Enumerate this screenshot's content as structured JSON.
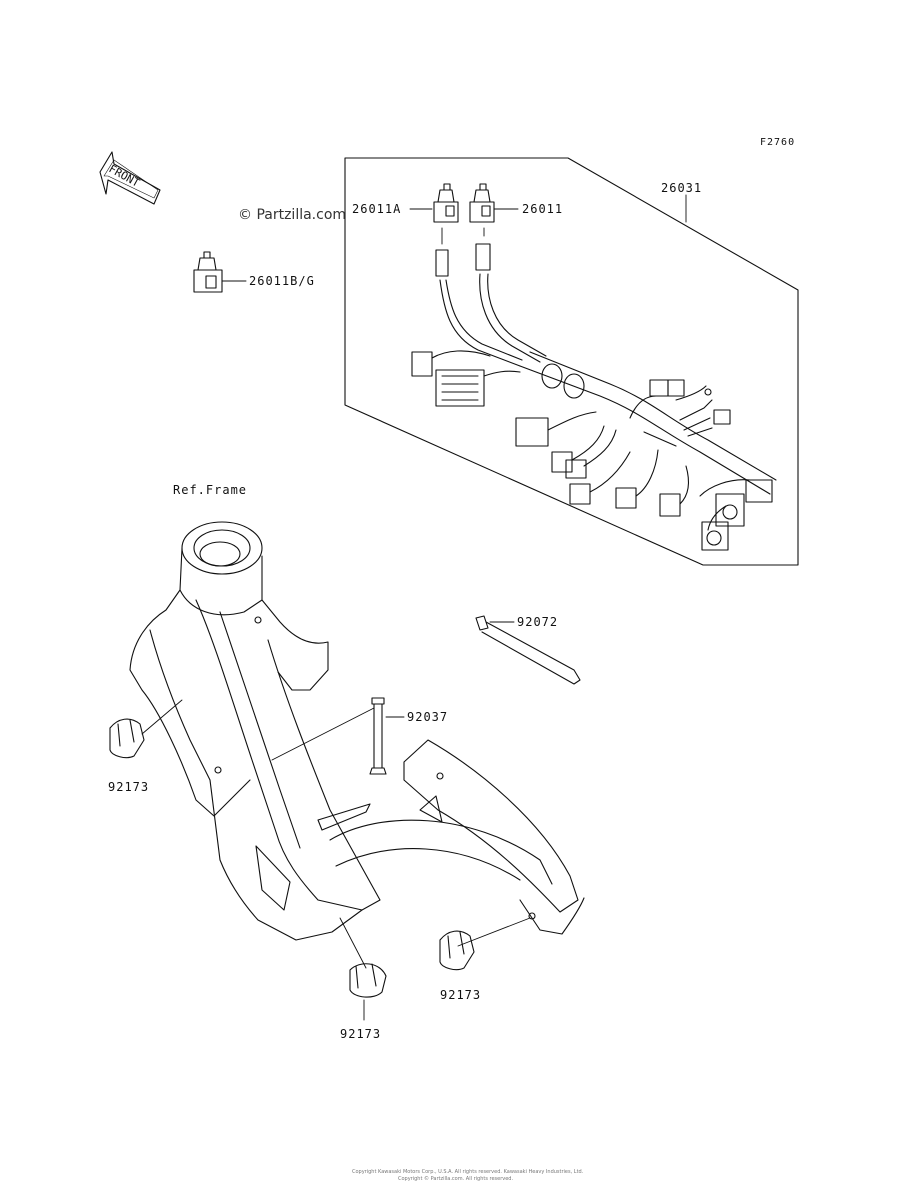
{
  "figure_code": "F2760",
  "watermark": "© Partzilla.com",
  "front_label": "FRONT",
  "ref_frame_label": "Ref.Frame",
  "parts": [
    {
      "id": "26011a",
      "label": "26011A"
    },
    {
      "id": "26011",
      "label": "26011"
    },
    {
      "id": "26031",
      "label": "26031"
    },
    {
      "id": "26011bg",
      "label": "26011B/G"
    },
    {
      "id": "92072",
      "label": "92072"
    },
    {
      "id": "92037",
      "label": "92037"
    },
    {
      "id": "92173-left",
      "label": "92173"
    },
    {
      "id": "92173-right",
      "label": "92173"
    },
    {
      "id": "92173-bottom",
      "label": "92173"
    }
  ],
  "footer": {
    "line1": "Copyright Kawasaki Motors Corp., U.S.A. All rights reserved. Kawasaki Heavy Industries, Ltd. ",
    "line2": "Copyright © Partzilla.com. All rights reserved."
  },
  "colors": {
    "ink": "#111111",
    "background": "#ffffff"
  }
}
